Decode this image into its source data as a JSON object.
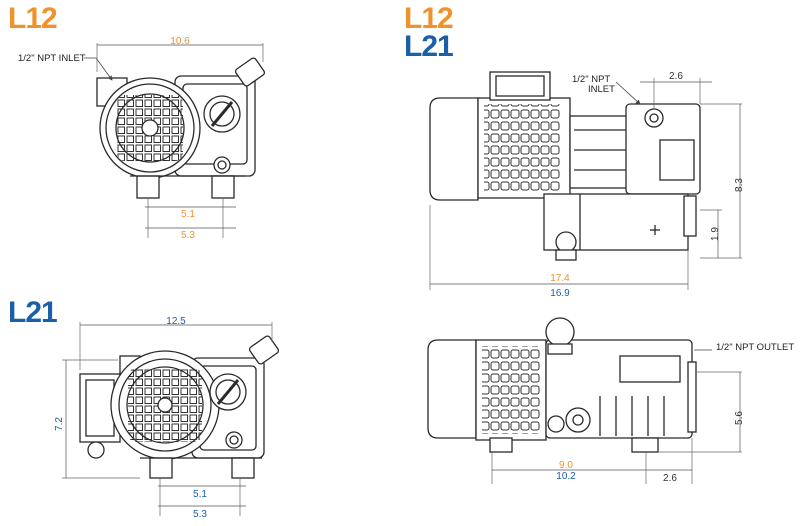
{
  "colors": {
    "l12": "#f0922c",
    "l21": "#1b5fa8",
    "line": "#2a2a2a",
    "dim": "#555555"
  },
  "titles": {
    "top_left": "L12",
    "top_right_1": "L12",
    "top_right_2": "L21",
    "bottom_left": "L21"
  },
  "labels": {
    "inlet_left": "1/2\" NPT INLET",
    "inlet_right_1": "1/2\" NPT",
    "inlet_right_2": "INLET",
    "outlet": "1/2\" NPT OUTLET"
  },
  "dimensions": {
    "tl_width": "10.6",
    "tl_base_inner": "5.1",
    "tl_base_outer": "5.3",
    "tr_inlet_offset": "2.6",
    "tr_height": "8.3",
    "tr_foot_height": "1.9",
    "tr_length_l12": "17.4",
    "tr_length_l21": "16.9",
    "bl_width": "12.5",
    "bl_height": "7.2",
    "bl_base_inner": "5.1",
    "bl_base_outer": "5.3",
    "br_height": "5.6",
    "br_length_l12": "9.0",
    "br_length_l21": "10.2",
    "br_outlet_offset": "2.6"
  }
}
